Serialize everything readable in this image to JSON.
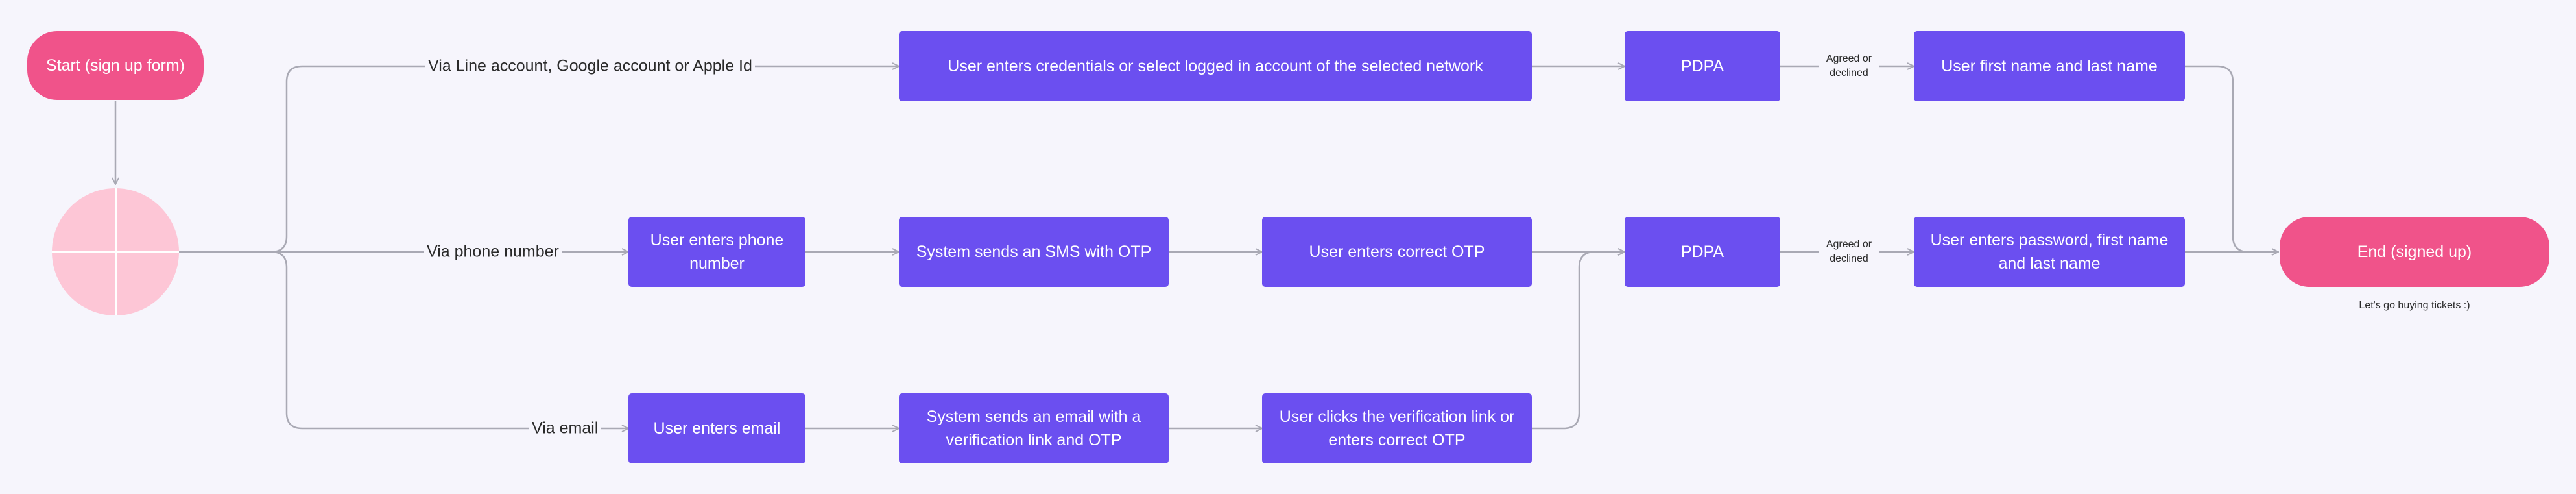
{
  "nodes": {
    "start": "Start (sign up form)",
    "end": "End (signed up)",
    "social_credentials": "User enters credentials or select logged in account of the selected network",
    "pdpa_social": "PDPA",
    "social_name": "User first name and last name",
    "enter_phone": "User enters phone number",
    "sms_otp": "System sends an SMS with OTP",
    "correct_otp": "User enters correct OTP",
    "pdpa_main": "PDPA",
    "password_name": "User enters password, first name and last name",
    "enter_email": "User enters email",
    "email_link": "System sends an email with a verification link and OTP",
    "click_link": "User clicks the verification link or enters correct OTP"
  },
  "branches": {
    "social": "Via Line account, Google account or Apple Id",
    "phone": "Via phone number",
    "email": "Via email"
  },
  "pdpa_result_social": "Agreed or declined",
  "pdpa_result_main": "Agreed or declined",
  "end_caption": "Let's go buying tickets :)",
  "colors": {
    "terminal": "#f0538a",
    "process": "#6b4ff0",
    "decision": "#fdc6d6",
    "connector": "#a9a9b4",
    "background": "#f6f5fc"
  }
}
